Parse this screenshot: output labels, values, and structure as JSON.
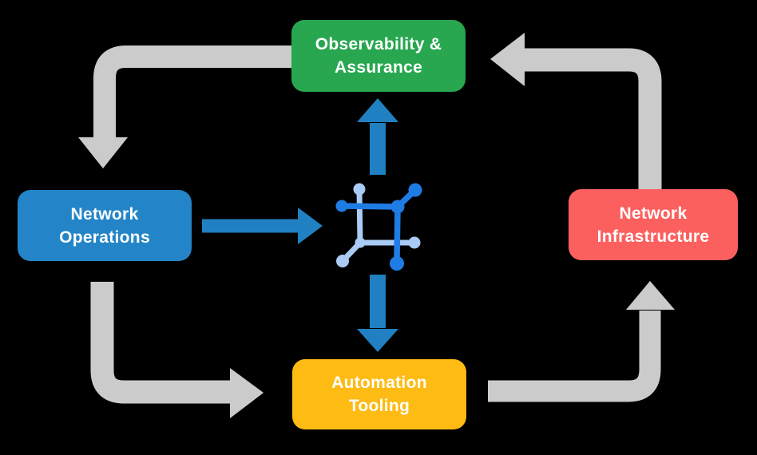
{
  "diagram": {
    "type": "cycle-flow",
    "nodes": [
      {
        "id": "observability-assurance",
        "line1": "Observability &",
        "line2": "Assurance",
        "color": "#28a750"
      },
      {
        "id": "network-operations",
        "line1": "Network",
        "line2": "Operations",
        "color": "#2385c7"
      },
      {
        "id": "network-infrastructure",
        "line1": "Network",
        "line2": "Infrastructure",
        "color": "#fb605e"
      },
      {
        "id": "automation-tooling",
        "line1": "Automation",
        "line2": "Tooling",
        "color": "#fdbb13"
      }
    ],
    "center_icon": {
      "name": "network-platform-icon"
    },
    "arrows": [
      {
        "id": "observability-to-operations",
        "from": "Observability & Assurance",
        "to": "Network Operations",
        "style": "gray"
      },
      {
        "id": "operations-to-center",
        "from": "Network Operations",
        "to": "network-platform-icon",
        "style": "blue"
      },
      {
        "id": "center-to-observability",
        "from": "network-platform-icon",
        "to": "Observability & Assurance",
        "style": "blue"
      },
      {
        "id": "center-to-tooling",
        "from": "network-platform-icon",
        "to": "Automation Tooling",
        "style": "blue"
      },
      {
        "id": "operations-to-tooling",
        "from": "Network Operations",
        "to": "Automation Tooling",
        "style": "gray"
      },
      {
        "id": "tooling-to-infrastructure",
        "from": "Automation Tooling",
        "to": "Network Infrastructure",
        "style": "gray"
      },
      {
        "id": "infrastructure-to-observability",
        "from": "Network Infrastructure",
        "to": "Observability & Assurance",
        "style": "gray"
      }
    ],
    "colors": {
      "background": "#000000",
      "text": "#ffffff",
      "arrow_gray": "#cbcbcb",
      "arrow_blue": "#2080c2",
      "icon_dark_blue": "#1f7ce4",
      "icon_light_blue": "#a9cbf5"
    }
  }
}
